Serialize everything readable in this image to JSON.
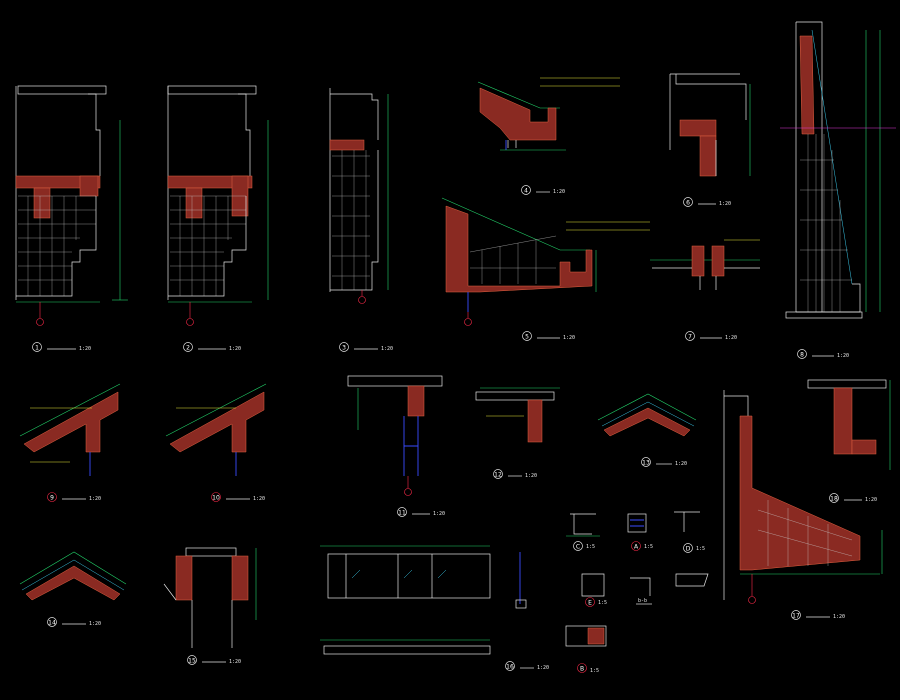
{
  "sheet": {
    "background": "#000000",
    "colors": {
      "outline": "#e6e6e6",
      "dimension": "#22d36a",
      "leader": "#e6e63a",
      "glazing": "#39c6e6",
      "steel": "#3a4cff",
      "brick": "#8a2a22",
      "marker": "#ff2a4a",
      "callout": "#e23ad6"
    }
  },
  "details": [
    {
      "id": "d1",
      "number": "1",
      "scale": "1:20"
    },
    {
      "id": "d2",
      "number": "2",
      "scale": "1:20"
    },
    {
      "id": "d3",
      "number": "3",
      "scale": "1:20"
    },
    {
      "id": "d4",
      "number": "4",
      "scale": "1:20"
    },
    {
      "id": "d5",
      "number": "5",
      "scale": "1:20"
    },
    {
      "id": "d6",
      "number": "6",
      "scale": "1:20"
    },
    {
      "id": "d7",
      "number": "7",
      "scale": "1:20"
    },
    {
      "id": "d8",
      "number": "8",
      "scale": "1:20"
    },
    {
      "id": "d9",
      "number": "9",
      "scale": "1:20"
    },
    {
      "id": "d10",
      "number": "10",
      "scale": "1:20"
    },
    {
      "id": "d11",
      "number": "11",
      "scale": "1:20"
    },
    {
      "id": "d12",
      "number": "12",
      "scale": "1:20"
    },
    {
      "id": "d13",
      "number": "13",
      "scale": "1:20"
    },
    {
      "id": "d14",
      "number": "14",
      "scale": "1:20"
    },
    {
      "id": "d15",
      "number": "15",
      "scale": "1:20"
    },
    {
      "id": "d16",
      "number": "16",
      "scale": "1:20"
    },
    {
      "id": "d17",
      "number": "17",
      "scale": "1:20"
    },
    {
      "id": "d18",
      "number": "18",
      "scale": "1:20"
    },
    {
      "id": "da",
      "number": "A",
      "scale": "1:5"
    },
    {
      "id": "db",
      "number": "B",
      "scale": "1:5"
    },
    {
      "id": "dc",
      "number": "C",
      "scale": "1:5"
    },
    {
      "id": "dd",
      "number": "D",
      "scale": "1:5"
    },
    {
      "id": "de",
      "number": "E",
      "scale": "1:5"
    }
  ],
  "section_marks": {
    "bb": "b-b"
  }
}
